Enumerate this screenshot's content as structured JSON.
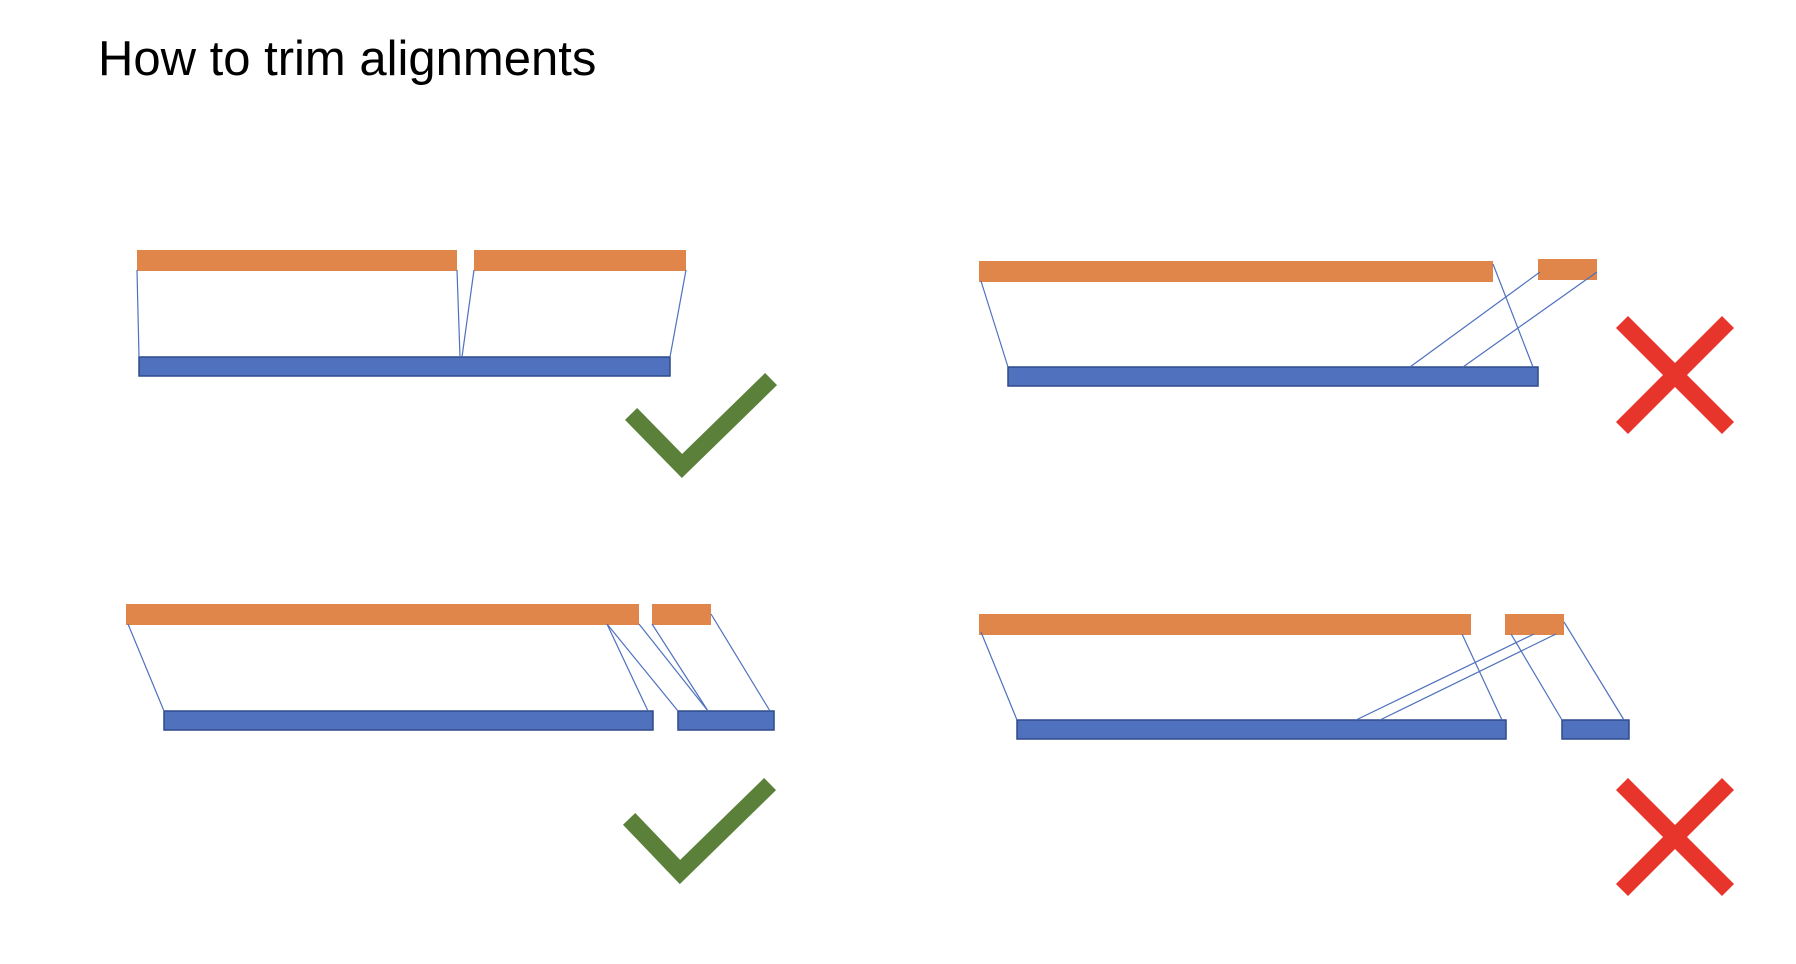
{
  "slide": {
    "title": "How to trim alignments"
  },
  "colors": {
    "reference_bar": "#E0864A",
    "query_bar": "#4F71BE",
    "query_bar_outline": "#2F4A8A",
    "alignment_line": "#4F71BE",
    "good_mark": "#5A803A",
    "bad_mark": "#E8352B"
  },
  "panels": [
    {
      "id": "top-left",
      "verdict": "good",
      "verdict_icon": "check-mark-icon"
    },
    {
      "id": "top-right",
      "verdict": "bad",
      "verdict_icon": "x-mark-icon"
    },
    {
      "id": "bottom-left",
      "verdict": "good",
      "verdict_icon": "check-mark-icon"
    },
    {
      "id": "bottom-right",
      "verdict": "bad",
      "verdict_icon": "x-mark-icon"
    }
  ]
}
